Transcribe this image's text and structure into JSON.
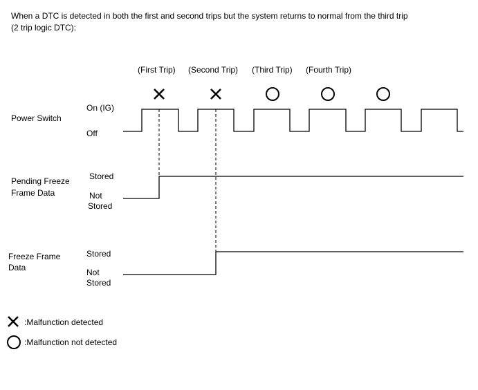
{
  "header": {
    "line1": "When a DTC is detected in both the first and second trips but the system returns to normal from the third trip",
    "line2": "(2 trip logic DTC):"
  },
  "trips": [
    {
      "label": "(First Trip)",
      "result": "x"
    },
    {
      "label": "(Second Trip)",
      "result": "x"
    },
    {
      "label": "(Third Trip)",
      "result": "o"
    },
    {
      "label": "(Fourth Trip)",
      "result": "o"
    },
    {
      "label": "",
      "result": "o"
    }
  ],
  "power_switch": {
    "label": "Power Switch",
    "on_label": "On (IG)",
    "off_label": "Off"
  },
  "pending_freeze": {
    "label_line1": "Pending Freeze",
    "label_line2": "Frame Data",
    "stored_label": "Stored",
    "not_stored_line1": "Not",
    "not_stored_line2": "Stored"
  },
  "freeze_frame": {
    "label_line1": "Freeze Frame",
    "label_line2": "Data",
    "stored_label": "Stored",
    "not_stored_line1": "Not",
    "not_stored_line2": "Stored"
  },
  "legend": {
    "malfunction_detected": ":Malfunction detected",
    "malfunction_not_detected": ":Malfunction not detected"
  }
}
